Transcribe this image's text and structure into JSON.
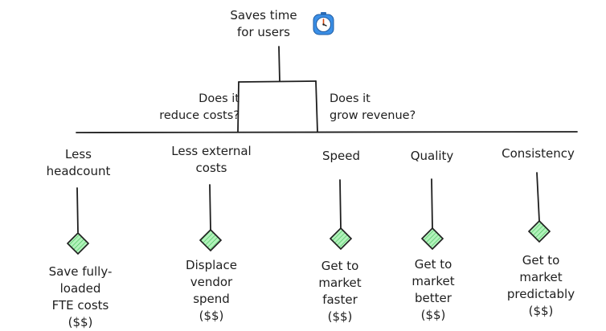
{
  "root": {
    "label": "Saves time\nfor users",
    "icon": "stopwatch-icon"
  },
  "branches": {
    "left_question": "Does it\nreduce costs?",
    "right_question": "Does it\ngrow revenue?"
  },
  "leaves": [
    {
      "category": "Less\nheadcount",
      "outcome": "Save fully-\nloaded\nFTE costs\n($$)"
    },
    {
      "category": "Less external\ncosts",
      "outcome": "Displace\nvendor\nspend\n($$)"
    },
    {
      "category": "Speed",
      "outcome": "Get to\nmarket\nfaster\n($$)"
    },
    {
      "category": "Quality",
      "outcome": "Get to\nmarket\nbetter\n($$)"
    },
    {
      "category": "Consistency",
      "outcome": "Get to\nmarket\npredictably\n($$)"
    }
  ],
  "colors": {
    "stroke": "#1e1e1e",
    "diamond_fill": "#b2f2bb",
    "icon_blue": "#3b8fe6"
  }
}
